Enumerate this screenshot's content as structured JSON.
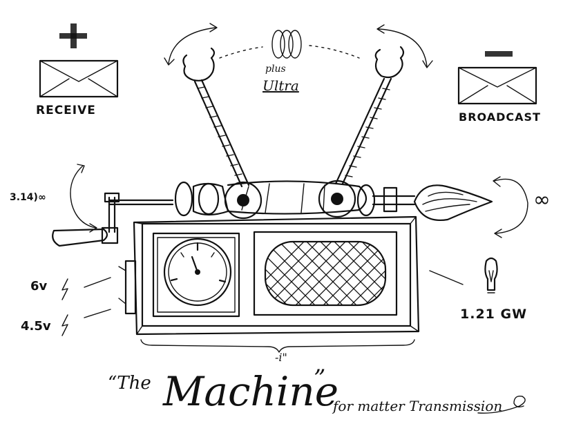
{
  "labels": {
    "receive": "RECEIVE",
    "broadcast": "BROADCAST",
    "plus": "plus",
    "ultra": "Ultra",
    "pi_infinity": "3.14)∞",
    "infinity": "∞",
    "volt_6": "6v",
    "volt_45": "4.5v",
    "power": "1.21 GW",
    "minus_i": "-i\""
  },
  "title": {
    "open_quote": "“The",
    "main": "Machine",
    "close_quote": "”",
    "subtitle": "for matter Transmission"
  },
  "icons": {
    "plus": "plus-sign",
    "minus": "minus-sign",
    "envelope": "envelope",
    "bolt": "lightning-bolt",
    "bulb": "light-bulb",
    "coil": "coil"
  }
}
